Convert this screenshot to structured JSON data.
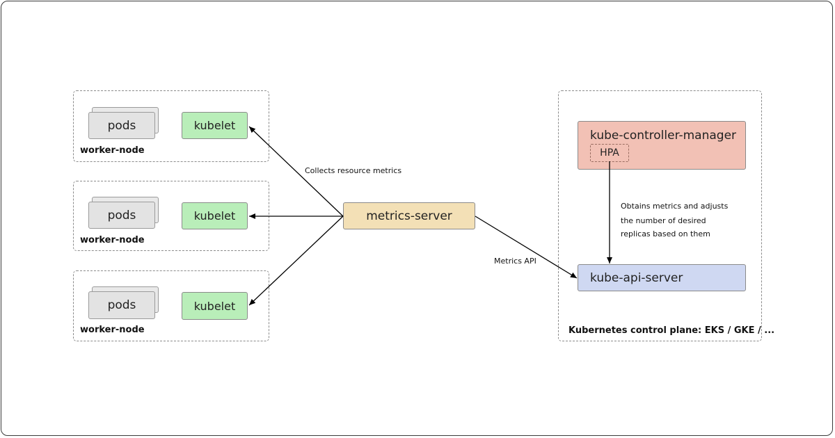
{
  "worker_nodes": [
    {
      "label": "worker-node",
      "pods": "pods",
      "kubelet": "kubelet"
    },
    {
      "label": "worker-node",
      "pods": "pods",
      "kubelet": "kubelet"
    },
    {
      "label": "worker-node",
      "pods": "pods",
      "kubelet": "kubelet"
    }
  ],
  "metrics_server": "metrics-server",
  "control_plane": {
    "label": "Kubernetes control plane: EKS / GKE / ...",
    "controller_manager": "kube-controller-manager",
    "hpa": "HPA",
    "api_server": "kube-api-server"
  },
  "edges": {
    "collects": "Collects resource metrics",
    "metrics_api": "Metrics API",
    "obtains": [
      "Obtains metrics and adjusts",
      "the number  of desired",
      "replicas based on them"
    ]
  }
}
